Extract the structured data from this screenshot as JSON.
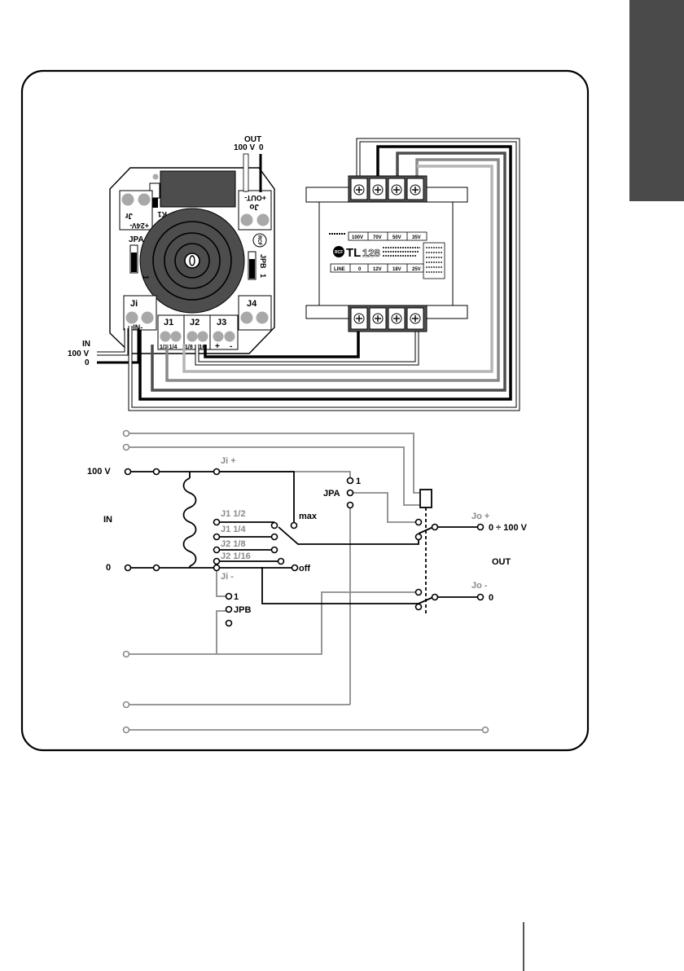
{
  "pcb": {
    "out_title": "OUT",
    "out_voltage": "100 V",
    "out_zero": "0",
    "connectors": {
      "jr_name": "Jr",
      "jr_pins": "+24V-",
      "k1": "K1",
      "jo_name": "Jo",
      "jo_pins": "+OUT-",
      "jpa": "JPA",
      "jpa_pin": "1",
      "jpb": "JPB",
      "jpb_pin": "1",
      "rcf": "RCF",
      "ji_name": "Ji",
      "ji_pins": "+IN-",
      "j1_name": "J1",
      "j1_pins": "1/2 1/4",
      "j2_name": "J2",
      "j2_pins": "1/8 1/16",
      "j3_name": "J3",
      "j3_plus": "+",
      "j3_minus": "-",
      "j4_name": "J4"
    },
    "in_label": "IN",
    "in_voltage": "100 V",
    "in_zero": "0"
  },
  "transformer": {
    "brand": "RCF",
    "model": "TL",
    "model_num": "128",
    "top_taps": [
      "100V",
      "70V",
      "50V",
      "35V"
    ],
    "bottom_taps": [
      "LINE",
      "0",
      "12V",
      "18V",
      "25V"
    ]
  },
  "schematic": {
    "in_voltage": "100 V",
    "in_label": "IN",
    "in_zero": "0",
    "ji_plus": "Ji +",
    "ji_minus": "Ji -",
    "j1_half": "J1 1/2",
    "j1_quarter": "J1 1/4",
    "j2_eighth": "J2 1/8",
    "j2_sixteenth": "J2 1/16",
    "max": "max",
    "off": "off",
    "jpa": "JPA",
    "jpa_pin": "1",
    "jpb": "JPB",
    "jpb_pin": "1",
    "jo_plus": "Jo +",
    "out_range": "0 ÷ 100 V",
    "out_label": "OUT",
    "jo_minus": "Jo -",
    "out_zero": "0"
  }
}
